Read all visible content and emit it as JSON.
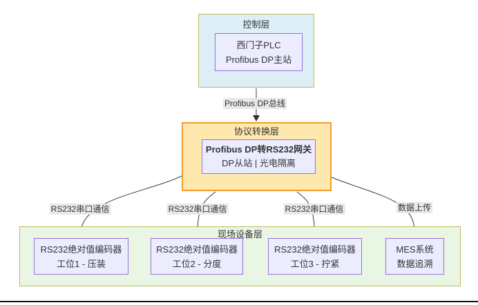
{
  "diagram": {
    "layers": {
      "control": {
        "title": "控制层",
        "nodes": {
          "plc": {
            "line1": "西门子PLC",
            "line2": "Profibus DP主站"
          }
        }
      },
      "protocol": {
        "title": "协议转换层",
        "nodes": {
          "gateway": {
            "line1": "Profibus DP转RS232网关",
            "line2": "DP从站 | 光电隔离"
          }
        }
      },
      "field": {
        "title": "现场设备层",
        "nodes": {
          "encoder1": {
            "line1": "RS232绝对值编码器",
            "line2": "工位1 - 压装"
          },
          "encoder2": {
            "line1": "RS232绝对值编码器",
            "line2": "工位2 - 分度"
          },
          "encoder3": {
            "line1": "RS232绝对值编码器",
            "line2": "工位3 - 拧紧"
          },
          "mes": {
            "line1": "MES系统",
            "line2": "数据追溯"
          }
        }
      }
    },
    "edges": {
      "bus": {
        "label": "Profibus DP总线"
      },
      "serial1": {
        "label": "RS232串口通信"
      },
      "serial2": {
        "label": "RS232串口通信"
      },
      "serial3": {
        "label": "RS232串口通信"
      },
      "upload": {
        "label": "数据上传"
      }
    },
    "colors": {
      "control_layer_fill": "#ddeef7",
      "cluster_border": "#b9bf60",
      "protocol_layer_fill": "#ffe8ad",
      "protocol_layer_border": "#f59b2e",
      "field_layer_fill": "#e9f6e3",
      "node_fill": "#ececff",
      "node_border": "#9370db",
      "edge_label_background": "#e8e8e8",
      "edge_line": "#3b3b3b",
      "text": "#333333"
    }
  }
}
